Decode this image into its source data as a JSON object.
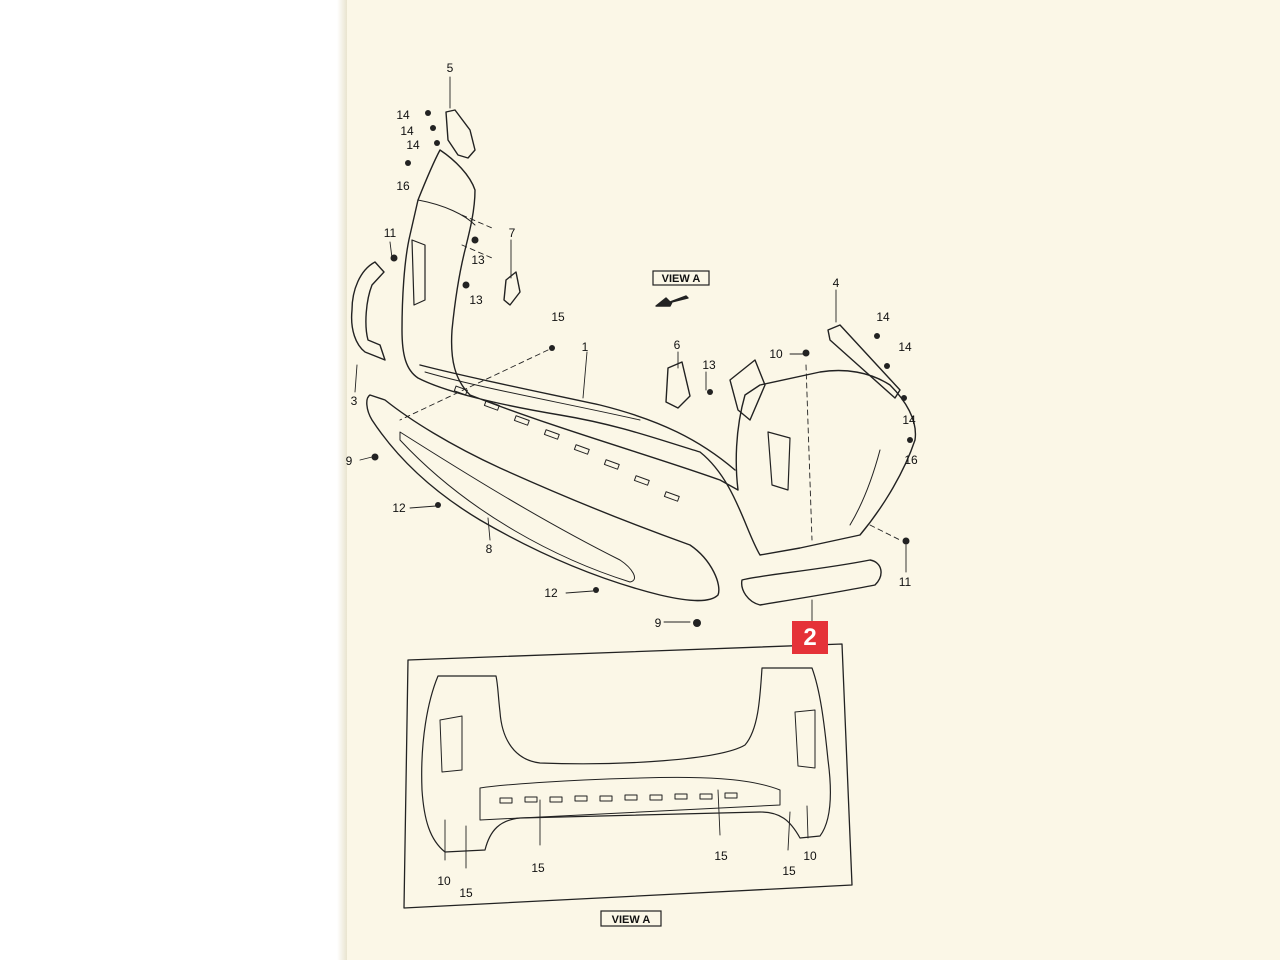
{
  "diagram": {
    "callouts": {
      "c1": "1",
      "c2_badge": "2",
      "c3": "3",
      "c4": "4",
      "c5": "5",
      "c6": "6",
      "c7": "7",
      "c8": "8",
      "c9_left": "9",
      "c9_bottom": "9",
      "c10_top": "10",
      "c11_left": "11",
      "c11_right": "11",
      "c12_left": "12",
      "c12_bottom": "12",
      "c13_a": "13",
      "c13_b": "13",
      "c13_c": "13",
      "c14_a": "14",
      "c14_b": "14",
      "c14_c": "14",
      "c14_d": "14",
      "c14_e": "14",
      "c14_f": "14",
      "c15_top": "15",
      "c16_left": "16",
      "c16_right": "16",
      "v_10_left": "10",
      "v_15_left": "15",
      "v_15_mid1": "15",
      "v_15_mid2": "15",
      "v_15_right": "15",
      "v_10_right": "10"
    },
    "view_label_top": "VIEW A",
    "view_label_bottom": "VIEW A"
  }
}
